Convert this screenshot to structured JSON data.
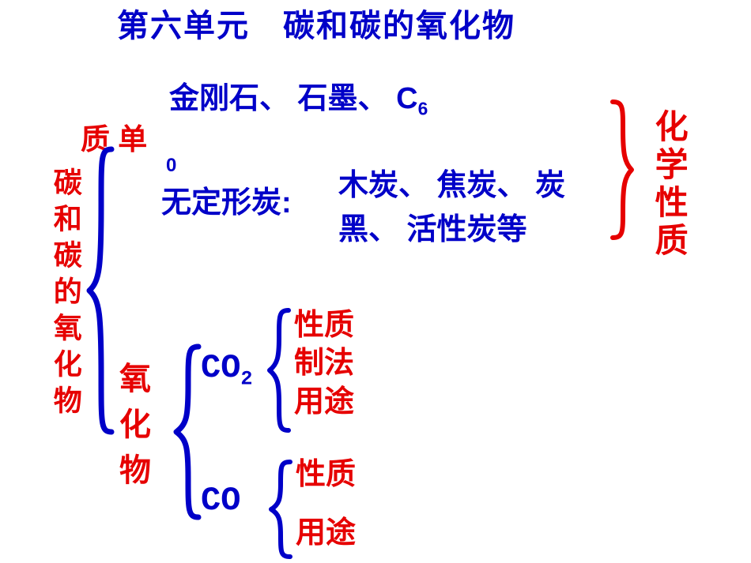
{
  "colors": {
    "blue": "#0000c8",
    "red": "#e60000"
  },
  "title": "第六单元　碳和碳的氧化物",
  "root": {
    "label": "碳和碳的氧化物"
  },
  "simple_substance": {
    "label": "质 单",
    "wrapped_subscript": "0",
    "crystalline": {
      "text": "金刚石、 石墨、 C",
      "subscript": "6"
    },
    "amorphous": {
      "label": "无定形炭:",
      "line1": "木炭、 焦炭、 炭",
      "line2": "黑、 活性炭等"
    },
    "chemical_property": "化学性质"
  },
  "oxides": {
    "label": "氧化物",
    "co2": {
      "formula": "CO",
      "subscript": "2",
      "items": [
        "性质",
        "制法",
        "用途"
      ]
    },
    "co": {
      "formula": "CO",
      "items": [
        "性质",
        "用途"
      ]
    }
  }
}
